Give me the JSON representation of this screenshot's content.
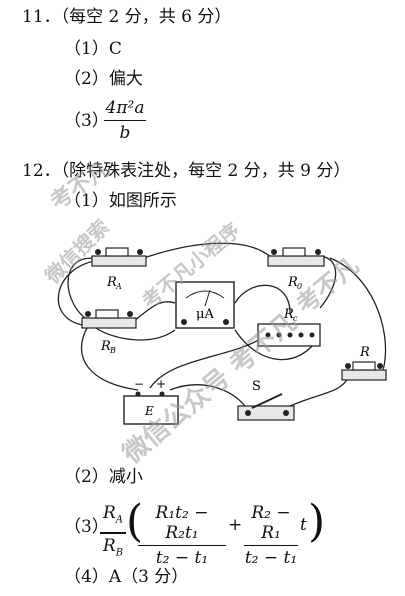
{
  "q11": {
    "header": "11．（每空 2 分，共 6 分）",
    "a1": "（1）C",
    "a2": "（2）偏大",
    "a3_label": "（3）",
    "a3_num": "4π²a",
    "a3_den": "b"
  },
  "q12": {
    "header": "12．（除特殊表注处，每空 2 分，共 9 分）",
    "a1": "（1）如图所示",
    "a2": "（2）减小",
    "a3_label": "（3）",
    "a3_outer_num": "R",
    "a3_outer_num_sub": "A",
    "a3_outer_den": "R",
    "a3_outer_den_sub": "B",
    "a3_f1_num": "R₁t₂ − R₂t₁",
    "a3_f1_den": "t₂ − t₁",
    "a3_plus": "+",
    "a3_f2_num": "R₂ − R₁",
    "a3_f2_den": "t₂ − t₁",
    "a3_tail": "t",
    "a4": "（4）A（3 分）"
  },
  "circuit": {
    "label_RA": "R",
    "label_RA_sub": "A",
    "label_RB": "R",
    "label_RB_sub": "B",
    "label_R0": "R",
    "label_R0_sub": "0",
    "label_Rc": "R",
    "label_Rc_sub": "c",
    "label_R": "R",
    "label_meter": "μA",
    "label_E": "E",
    "label_S": "S",
    "label_minus": "−",
    "label_plus": "+"
  },
  "watermarks": {
    "w1": "考不凡",
    "w2": "微信搜索",
    "w3": "考不凡小程序",
    "w4": "考不凡",
    "w5": "微信公众号 考不凡"
  },
  "colors": {
    "text": "#111111",
    "watermark": "#9a9a9a",
    "wire": "#222222"
  }
}
